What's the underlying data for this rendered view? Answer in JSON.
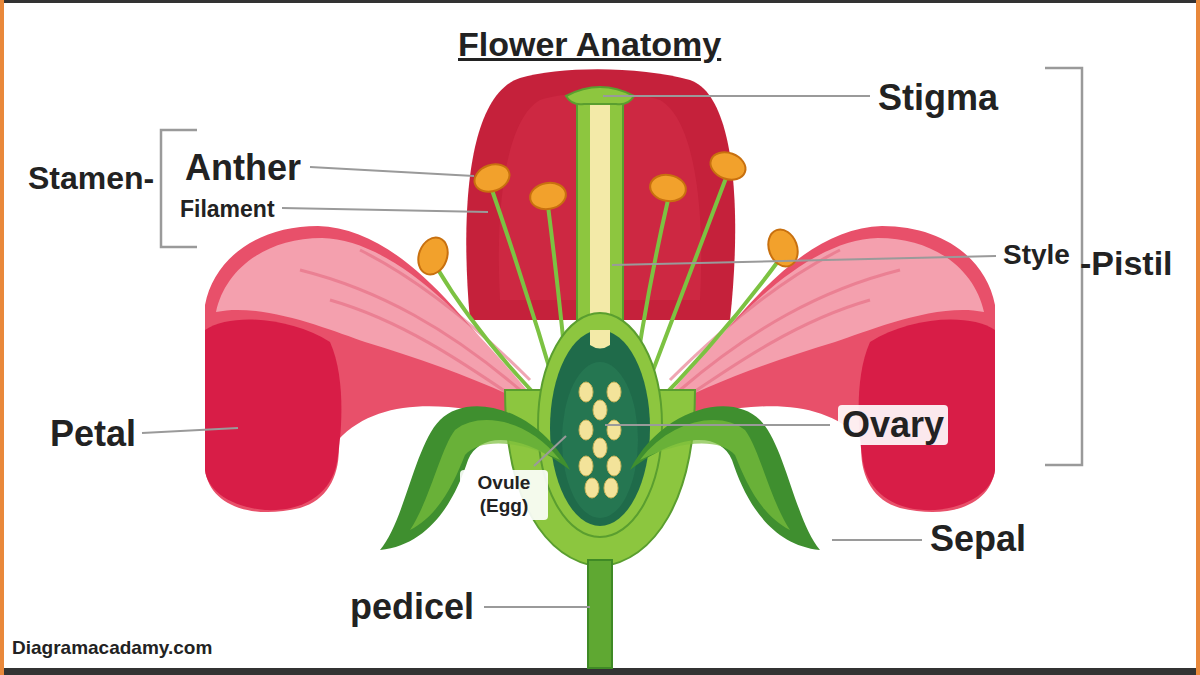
{
  "diagram": {
    "title": "Flower Anatomy",
    "labels": [
      "Stigma",
      "Stamen-",
      "Anther",
      "Filament",
      "Style",
      "-Pistil",
      "Petal",
      "Ovary",
      "Ovule (Egg)",
      "Sepal",
      "pedicel",
      "Diagramacadamy.com"
    ]
  }
}
